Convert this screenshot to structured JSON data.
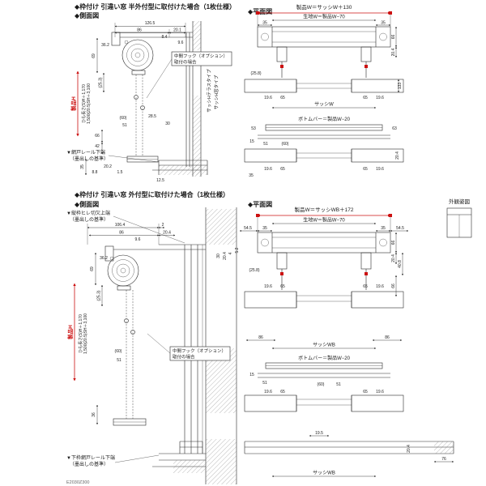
{
  "doc": {
    "code": "E2030Z300"
  },
  "colors": {
    "accent_red": "#cc1111",
    "line": "#2a2a2a"
  },
  "s1": {
    "header": "◆枠付け 引違い窓 半外付型に取付けた場合（1枚仕様）",
    "side_title": "◆側面図",
    "plan_title": "◆平面図",
    "side": {
      "dim_126_5": "126.5",
      "dim_20_1": "20.1",
      "dim_86": "86",
      "dim_8_4": "8.4",
      "dim_9_6": "9.6",
      "dim_36_2": "36.2",
      "dim_69": "69",
      "dim_25_3": "(25.3)",
      "product_h": "製品H",
      "cord_len_1": "ひも長さ(S)H＋1,170",
      "cord_len_2": "1,500(20.5)SH＋3,100",
      "hook_note_1": "中間フック（オプション）",
      "hook_note_2": "取付の場合",
      "sash_terrace": "サッシHテラスタイプ",
      "sash_window": "サッシH窓タイプ",
      "dim_60": "(60)",
      "dim_28_5": "28.5",
      "dim_51": "51",
      "dim_30": "30",
      "dim_66": "66",
      "dim_42": "42",
      "rail_note_1": "▼網戸レール下端",
      "rail_note_2": "（墨出しの基準）",
      "dim_35": "35",
      "dim_20_2": "20.2",
      "dim_8_8": "8.8",
      "dim_1_5": "1.5",
      "dim_12_5": "12.5"
    },
    "plan": {
      "product_w": "製品W＝サッシW＋130",
      "fabric_w": "生地W＝製品W−70",
      "dim_35_l": "35",
      "dim_35_r": "35",
      "dim_66": "66",
      "dim_20_4": "20.4",
      "dim_25_8": "(25.8)",
      "dim_19_6_l": "19.6",
      "dim_65_l": "65",
      "dim_65_r": "65",
      "dim_19_6_r": "19.6",
      "dim_133": "133",
      "sash_w": "サッシW",
      "bottom_bar": "ボトムバー＝製品W−20",
      "dim_53": "53",
      "dim_63": "63",
      "dim_15": "15",
      "dim_51": "51",
      "dim_60": "(60)",
      "dim_19_6_l2": "19.6",
      "dim_65_l2": "65",
      "dim_65_r2": "65",
      "dim_19_6_r2": "19.6",
      "dim_35_b": "35",
      "dim_20_4_b": "20.4"
    }
  },
  "s2": {
    "header": "◆枠付け 引違い窓 外付型に取付けた場合（1枚仕様）",
    "side_title": "◆側面図",
    "plan_title": "◆平面図",
    "appearance_title": "外観姿図",
    "side": {
      "notch_note_1": "▼縦枠ヒレ切欠上端",
      "notch_note_2": "（墨出しの基準）",
      "dim_106_4": "106.4",
      "dim_2": "2",
      "dim_86": "86",
      "dim_20_4": "20.4",
      "dim_9_6": "9.6",
      "dim_36_2": "36.2",
      "dim_69": "69",
      "dim_25_3": "(25.3)",
      "product_h": "製品H",
      "cord_len_1": "ひも長さ(S)H＋1,170",
      "cord_len_2": "1,500(20.5)SH＋3,100",
      "dim_60": "(60)",
      "dim_51": "51",
      "hook_note_1": "中間フック（オプション）",
      "hook_note_2": "取付の場合",
      "dim_36": "36",
      "dim_30": "30",
      "dim_20_4_r": "20.4",
      "dim_4": "4",
      "dim_5_2": "5.2",
      "rail_note_1": "▼下枠網戸レール下端",
      "rail_note_2": "（墨出しの基準）"
    },
    "plan": {
      "product_w": "製品W＝サッシWB＋172",
      "fabric_w": "生地W＝製品W−70",
      "dim_54_5_l": "54.5",
      "dim_35_l": "35",
      "dim_35_r": "35",
      "dim_54_5_r": "54.5",
      "dim_66": "66",
      "dim_20_4": "20.4",
      "dim_40_8": "40.8",
      "dim_66_b": "66",
      "dim_25_8": "(25.8)",
      "dim_19_6_l": "19.6",
      "dim_65_l": "65",
      "dim_65_r": "65",
      "dim_19_6_r": "19.6",
      "dim_86_l": "86",
      "dim_86_r": "86",
      "sash_wb": "サッシWB",
      "bottom_bar": "ボトムバー＝製品W−20",
      "dim_15": "15",
      "dim_51_a": "51",
      "dim_60": "(60)",
      "dim_51_b": "51",
      "dim_19_6_l2": "19.6",
      "dim_65_l2": "65",
      "dim_65_r2": "65",
      "dim_19_6_r2": "19.6",
      "dim_19_5": "19.5",
      "dim_76": "76",
      "dim_20_4_b": "20.4",
      "sash_wb_b": "サッシWB"
    }
  }
}
